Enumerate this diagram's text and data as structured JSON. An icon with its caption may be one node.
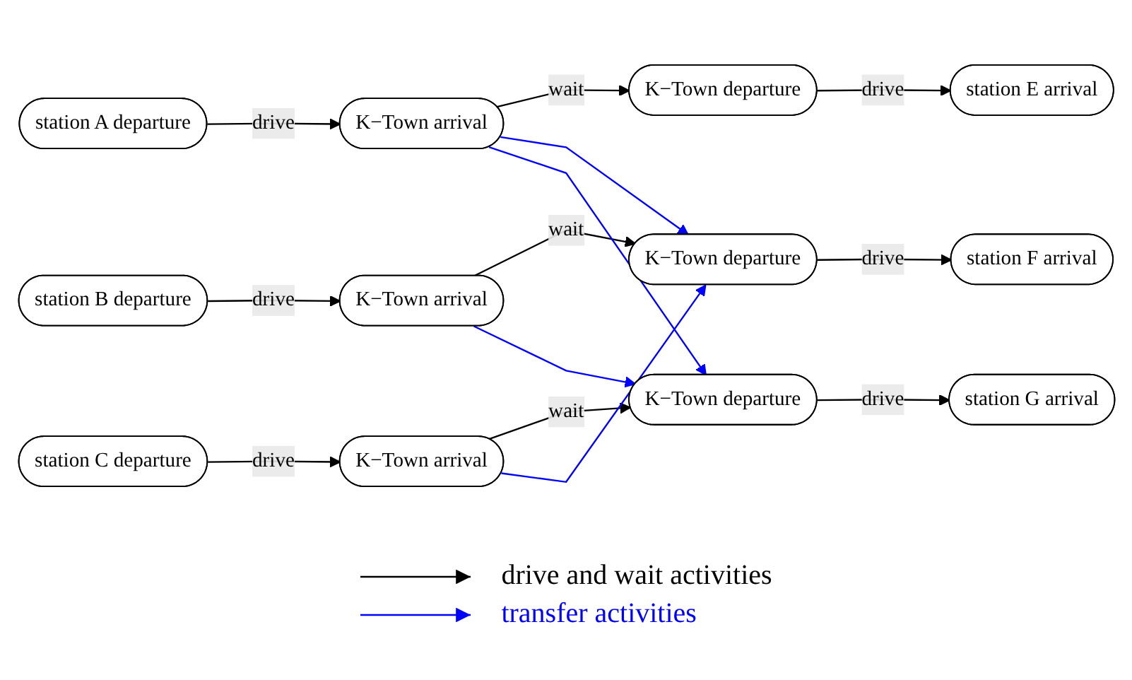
{
  "diagram": {
    "nodes": [
      {
        "text": [
          "station A departure"
        ]
      },
      {
        "text": [
          "K−Town arrival"
        ]
      },
      {
        "text": [
          "K−Town departure"
        ]
      },
      {
        "text": [
          "station E arrival"
        ]
      },
      {
        "text": [
          "station B departure"
        ]
      },
      {
        "text": [
          "K−Town arrival"
        ]
      },
      {
        "text": [
          "K−Town departure"
        ]
      },
      {
        "text": [
          "station F arrival"
        ]
      },
      {
        "text": [
          "station C departure"
        ]
      },
      {
        "text": [
          "K−Town arrival"
        ]
      },
      {
        "text": [
          "K−Town departure"
        ]
      },
      {
        "text": [
          "station G arrival"
        ]
      }
    ],
    "edges": [
      {
        "from": 0,
        "to": 1,
        "arrow": "to",
        "label": "drive"
      },
      {
        "from": 1,
        "to": 2,
        "arrow": "to",
        "label": "wait"
      },
      {
        "from": 2,
        "to": 3,
        "arrow": "to",
        "label": "drive"
      },
      {
        "from": 4,
        "to": 5,
        "arrow": "to",
        "label": "drive"
      },
      {
        "from": 5,
        "to": 6,
        "arrow": "to",
        "label": "wait"
      },
      {
        "from": 6,
        "to": 7,
        "arrow": "to",
        "label": "drive"
      },
      {
        "from": 8,
        "to": 9,
        "arrow": "to",
        "label": "drive"
      },
      {
        "from": 9,
        "to": 10,
        "arrow": "to",
        "label": "wait"
      },
      {
        "from": 10,
        "to": 11,
        "arrow": "to",
        "label": "drive"
      },
      {
        "from": 1,
        "to": 6,
        "arrow": "to",
        "color": "#0000ff"
      },
      {
        "from": 1,
        "to": 10,
        "arrow": "to",
        "color": "#0000ff"
      },
      {
        "from": 5,
        "to": 10,
        "arrow": "to",
        "color": "#0000ff"
      },
      {
        "from": 9,
        "to": 6,
        "arrow": "to",
        "color": "#0000ff"
      }
    ],
    "legend": [
      {
        "text": "drive and wait activities"
      },
      {
        "text": "transfer activities"
      }
    ]
  }
}
